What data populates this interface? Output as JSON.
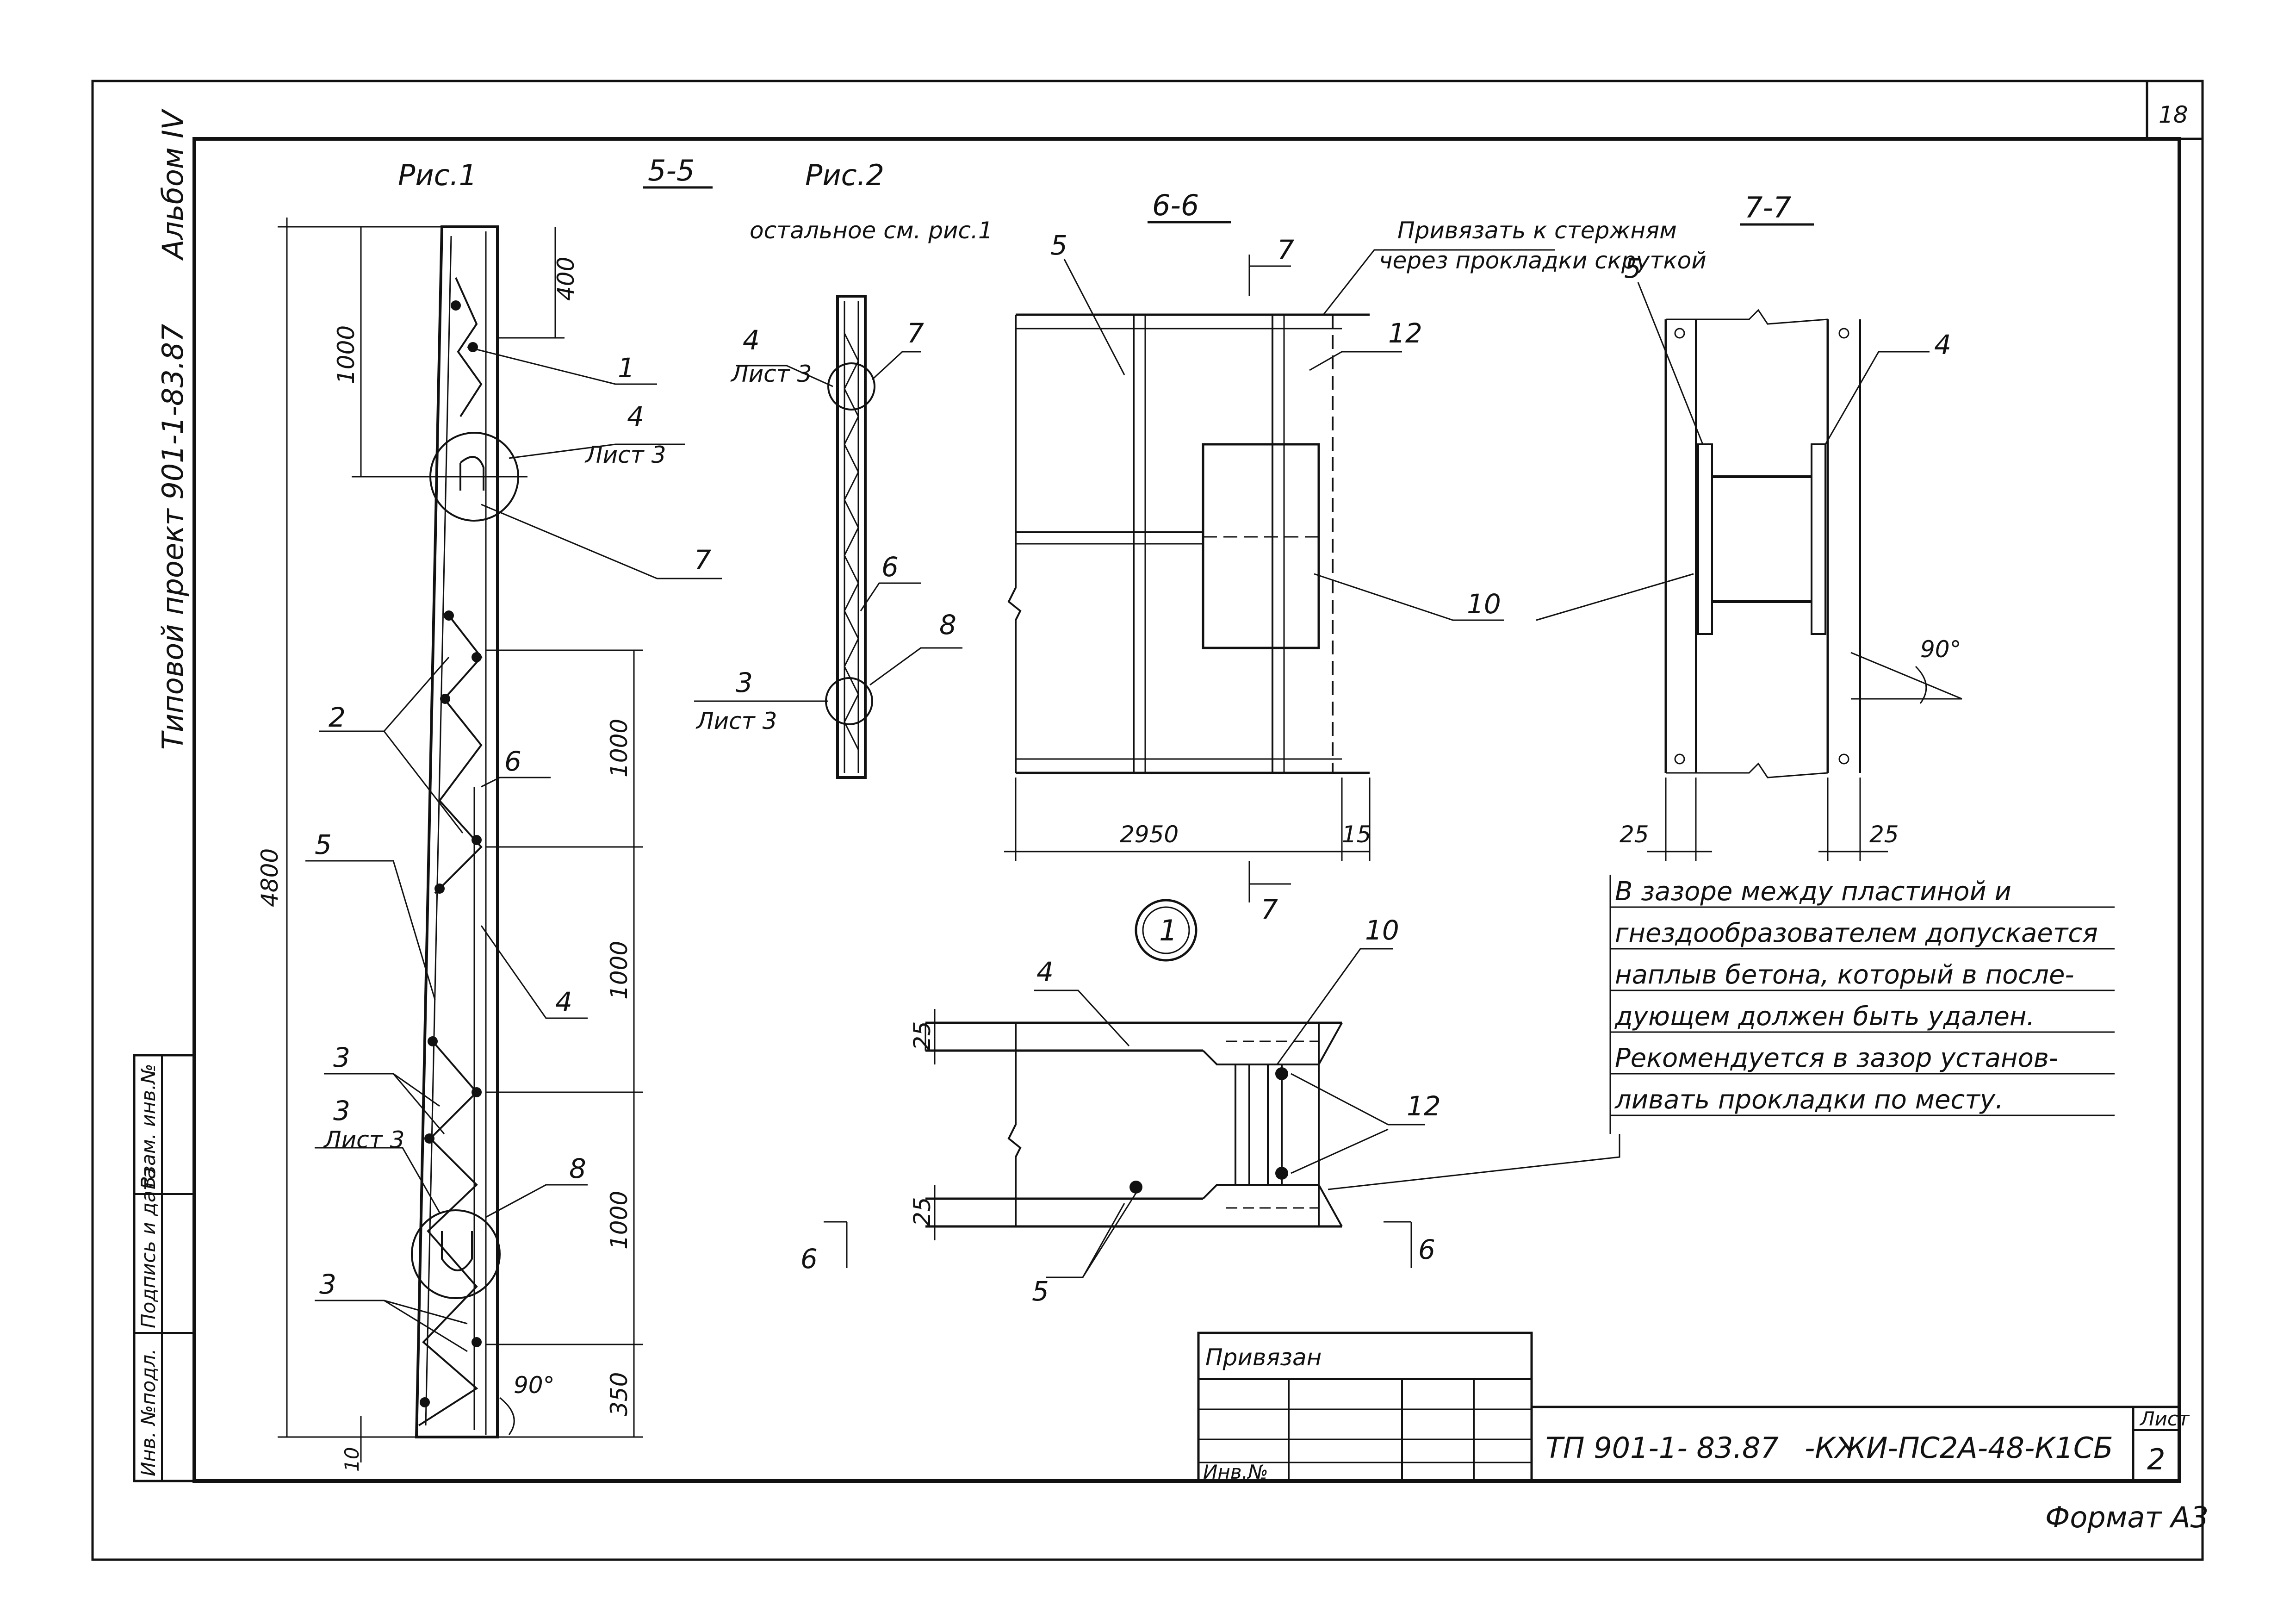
{
  "sheet": {
    "page_number": "18",
    "sheet_label": "Лист",
    "sheet_number": "2",
    "format": "Формат А3",
    "album": "Альбом IV",
    "project": "Типовой проект 901-1-83.87",
    "stamp_code_left": "ТП 901-1- 83.87",
    "stamp_code_right": "-КЖИ-ПС2А-48-К1СБ",
    "stamp_bound": "Привязан",
    "stamp_inv": "Инв.№",
    "side_inv_orig": "Инв. №подл.",
    "side_sign_date": "Подпись и дата",
    "side_inv_replace": "Взам. инв.№"
  },
  "drawing": {
    "fig1_title": "Рис.1",
    "section_55": "5-5",
    "fig2_title": "Рис.2",
    "fig2_subtitle": "остальное см. рис.1",
    "section_66": "6-6",
    "section_77": "7-7",
    "tie_note_1": "Привязать к стержням",
    "tie_note_2": "через прокладки скруткой",
    "node_1": "1",
    "ref_sheet": "Лист 3",
    "positions": [
      "1",
      "2",
      "3",
      "4",
      "5",
      "6",
      "7",
      "8",
      "10",
      "12"
    ],
    "dims": {
      "d4800": "4800",
      "d1000": "1000",
      "d400": "400",
      "d350": "350",
      "d10": "10",
      "d2950": "2950",
      "d15": "15",
      "d25": "25",
      "angle90": "90°"
    },
    "section_marks": {
      "s6": "6",
      "s7": "7"
    }
  },
  "note": {
    "lines": [
      "В зазоре между пластиной и",
      "гнездообразователем допускается",
      "наплыв бетона, который в после-",
      "дующем должен быть удален.",
      "Рекомендуется в зазор установ-",
      "ливать прокладки по месту."
    ]
  }
}
